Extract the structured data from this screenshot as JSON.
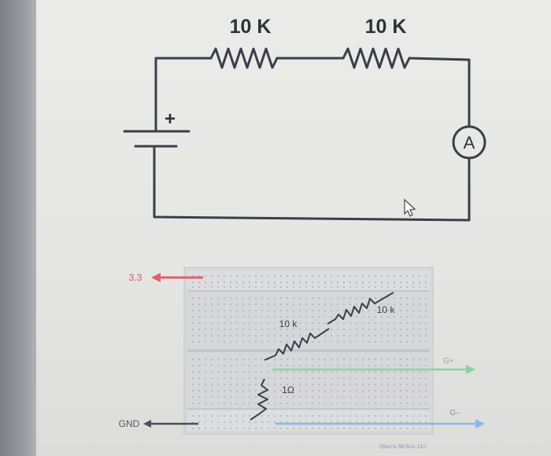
{
  "schematic": {
    "resistor_1_label": "10 K",
    "resistor_2_label": "10 K",
    "battery_polarity": "+",
    "ammeter_label": "A",
    "wire_color": "#3a3f4a"
  },
  "breadboard": {
    "supply_label": "3.3",
    "ground_label": "GND",
    "resistor_upper_label": "10 k",
    "resistor_lower_label": "10 k",
    "shunt_label": "1Ω",
    "probe_pos_label": "G+",
    "probe_neg_label": "G–",
    "watermark": "Oftarrie McNeil, LLC",
    "colors": {
      "supply_arrow": "#e0606a",
      "ground_arrow": "#4a4f58",
      "probe_pos": "#8fd0a0",
      "probe_neg": "#8ab8e6",
      "board": "#d2d3d5",
      "holes": "#b7b8bc"
    }
  },
  "cursor_icon": "arrow-cursor-icon"
}
